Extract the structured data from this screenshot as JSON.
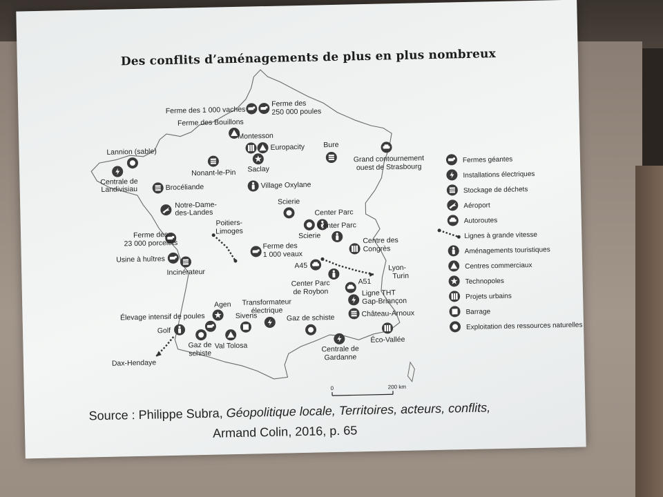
{
  "title": "Des conflits d’aménagements de plus en plus nombreux",
  "source": {
    "prefix": "Source : Philippe Subra, ",
    "work": "Géopolitique locale, Territoires, acteurs, conflits,",
    "publisher": "Armand Colin, 2016, p. 65"
  },
  "scale": {
    "start": "0",
    "end": "200 km"
  },
  "legend": [
    {
      "icon": "farm-icon",
      "label": "Fermes géantes"
    },
    {
      "icon": "lightning-icon",
      "label": "Installations électriques"
    },
    {
      "icon": "waste-storage-icon",
      "label": "Stockage de déchets"
    },
    {
      "icon": "airplane-icon",
      "label": "Aéroport"
    },
    {
      "icon": "car-icon",
      "label": "Autoroutes"
    },
    {
      "icon": "rail-line-icon",
      "label": "Lignes à grande vitesse"
    },
    {
      "icon": "tourist-person-icon",
      "label": "Aménagements touristiques"
    },
    {
      "icon": "triangle-icon",
      "label": "Centres commerciaux"
    },
    {
      "icon": "star-icon",
      "label": "Technopoles"
    },
    {
      "icon": "urban-project-icon",
      "label": "Projets urbains"
    },
    {
      "icon": "dam-icon",
      "label": "Barrage"
    },
    {
      "icon": "ring-icon",
      "label": "Exploitation des ressources naturelles"
    }
  ],
  "sites": [
    {
      "label": "Ferme des 1 000 vaches",
      "icon": "farm-icon"
    },
    {
      "label": "Ferme des",
      "icon": "farm-icon"
    },
    {
      "label": "250 000 poules",
      "icon": ""
    },
    {
      "label": "Ferme des Bouillons",
      "icon": "triangle-icon"
    },
    {
      "label": "Montesson",
      "icon": "urban-project-icon"
    },
    {
      "label": "Europacity",
      "icon": "triangle-icon"
    },
    {
      "label": "Saclay",
      "icon": "star-icon"
    },
    {
      "label": "Bure",
      "icon": "waste-storage-icon"
    },
    {
      "label": "Grand contournement",
      "icon": "car-icon"
    },
    {
      "label": "ouest de Strasbourg",
      "icon": ""
    },
    {
      "label": "Lannion (sable)",
      "icon": "ring-icon"
    },
    {
      "label": "Centrale de",
      "icon": "lightning-icon"
    },
    {
      "label": "Landivisiau",
      "icon": ""
    },
    {
      "label": "Nonant-le-Pin",
      "icon": "waste-storage-icon"
    },
    {
      "label": "Brocéliande",
      "icon": "waste-storage-icon"
    },
    {
      "label": "Village Oxylane",
      "icon": "tourist-person-icon"
    },
    {
      "label": "Notre-Dame-",
      "icon": "airplane-icon"
    },
    {
      "label": "des-Landes",
      "icon": ""
    },
    {
      "label": "Scierie",
      "icon": "ring-icon"
    },
    {
      "label": "Center Parc",
      "icon": "tourist-person-icon"
    },
    {
      "label": "Scierie",
      "icon": "ring-icon"
    },
    {
      "label": "Center Parc",
      "icon": "tourist-person-icon"
    },
    {
      "label": "Poitiers-",
      "icon": "rail-line-icon"
    },
    {
      "label": "Limoges",
      "icon": ""
    },
    {
      "label": "Ferme des",
      "icon": "farm-icon"
    },
    {
      "label": "23 000 porcelets",
      "icon": ""
    },
    {
      "label": "Centre des",
      "icon": "urban-project-icon"
    },
    {
      "label": "Congrès",
      "icon": ""
    },
    {
      "label": "Ferme des",
      "icon": "farm-icon"
    },
    {
      "label": "1 000 veaux",
      "icon": ""
    },
    {
      "label": "Usine à huîtres",
      "icon": "farm-icon"
    },
    {
      "label": "Incinérateur",
      "icon": "waste-storage-icon"
    },
    {
      "label": "A45",
      "icon": "car-icon"
    },
    {
      "label": "Lyon-",
      "icon": "rail-line-icon"
    },
    {
      "label": "Turin",
      "icon": ""
    },
    {
      "label": "Center Parc",
      "icon": "tourist-person-icon"
    },
    {
      "label": "de Roybon",
      "icon": ""
    },
    {
      "label": "A51",
      "icon": "car-icon"
    },
    {
      "label": "Ligne THT",
      "icon": "lightning-icon"
    },
    {
      "label": "Gap-Briançon",
      "icon": ""
    },
    {
      "label": "Agen",
      "icon": "star-icon"
    },
    {
      "label": "Transformateur",
      "icon": "lightning-icon"
    },
    {
      "label": "électrique",
      "icon": ""
    },
    {
      "label": "Château-Arnoux",
      "icon": "waste-storage-icon"
    },
    {
      "label": "Élevage intensif de poules",
      "icon": "farm-icon"
    },
    {
      "label": "Golf",
      "icon": "tourist-person-icon"
    },
    {
      "label": "Sivens",
      "icon": "dam-icon"
    },
    {
      "label": "Gaz de schiste",
      "icon": "ring-icon"
    },
    {
      "label": "Gaz de",
      "icon": "ring-icon"
    },
    {
      "label": "schiste",
      "icon": ""
    },
    {
      "label": "Val Tolosa",
      "icon": "triangle-icon"
    },
    {
      "label": "Éco-Vallée",
      "icon": "urban-project-icon"
    },
    {
      "label": "Centrale de",
      "icon": "lightning-icon"
    },
    {
      "label": "Gardanne",
      "icon": ""
    },
    {
      "label": "Dax-Hendaye",
      "icon": "rail-line-icon"
    }
  ],
  "colors": {
    "screen": "#f1f3f3",
    "ink": "#1e1e1e",
    "icon_fill": "#3b3b3b"
  }
}
